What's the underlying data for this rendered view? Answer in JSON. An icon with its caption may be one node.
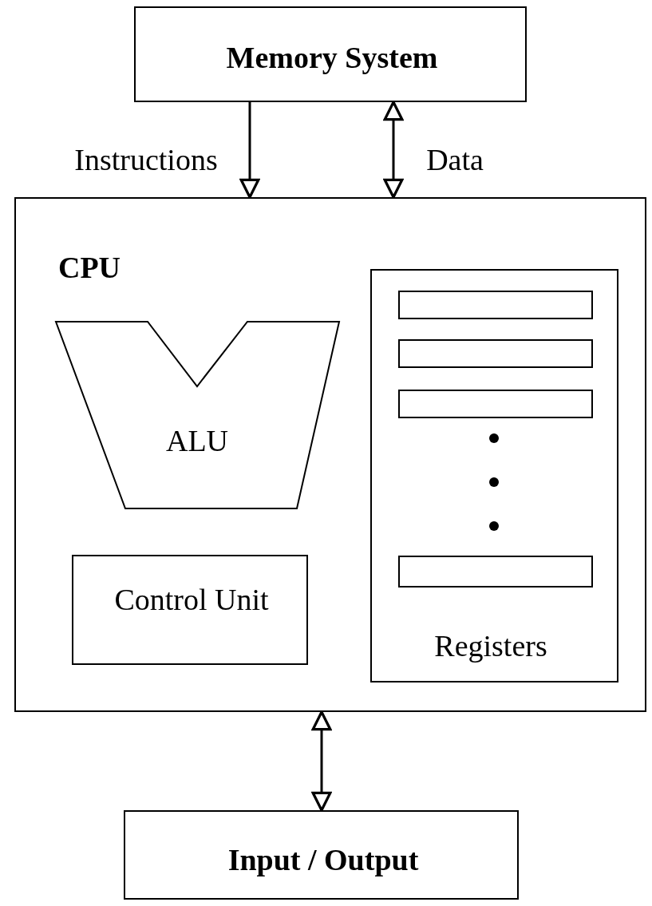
{
  "diagram": {
    "nodes": [
      {
        "text": [
          "Memory System"
        ]
      },
      {
        "text": [
          "CPU"
        ]
      },
      {
        "text": [
          "ALU"
        ],
        "in": 1
      },
      {
        "text": [
          "Control Unit"
        ],
        "in": 1
      },
      {
        "text": [
          "Registers"
        ],
        "in": 1
      },
      {
        "text": [],
        "shape": "bar",
        "in": 4
      },
      {
        "text": [],
        "shape": "bar",
        "in": 4
      },
      {
        "text": [],
        "shape": "bar",
        "in": 4
      },
      {
        "text": [],
        "shape": "bar",
        "in": 4
      },
      {
        "text": [
          "Input / Output"
        ]
      }
    ],
    "edges": [
      {
        "from": 0,
        "to": 1,
        "arrow": "to",
        "label": "Instructions"
      },
      {
        "from": 0,
        "to": 1,
        "arrow": "both",
        "label": "Data"
      },
      {
        "from": 1,
        "to": 9,
        "arrow": "both"
      }
    ]
  }
}
